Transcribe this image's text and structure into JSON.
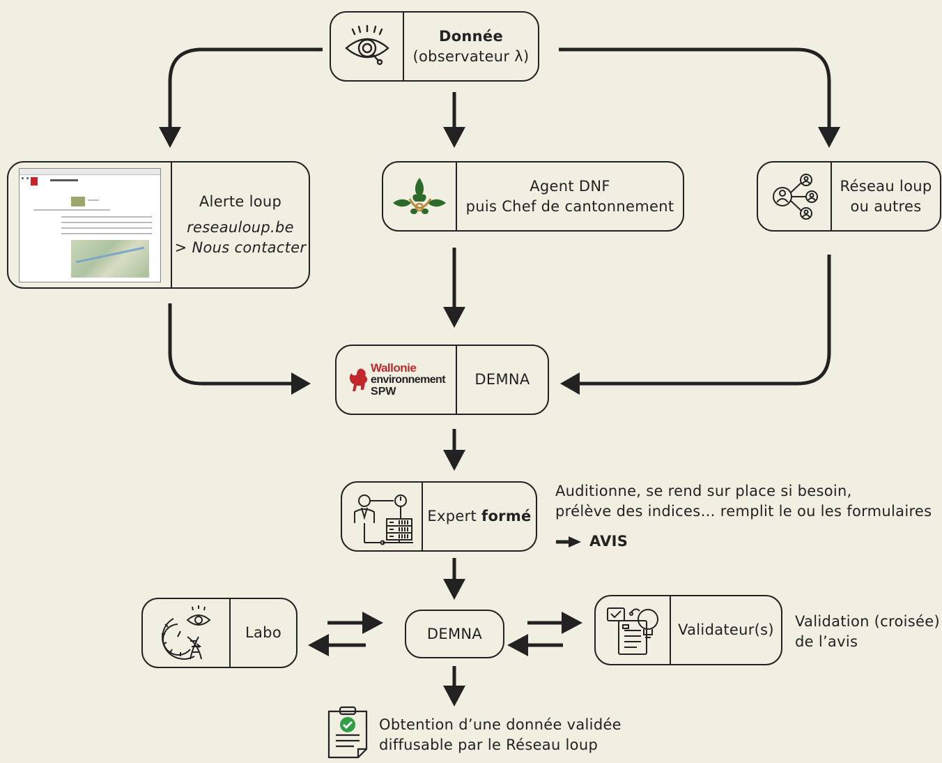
{
  "top": {
    "title": "Donnée",
    "subtitle": "(observateur λ)"
  },
  "alerte": {
    "title": "Alerte loup",
    "link": "reseauloup.be",
    "link2": "> Nous contacter"
  },
  "agent": {
    "line1": "Agent DNF",
    "line2": "puis Chef de cantonnement"
  },
  "reseau": {
    "line1": "Réseau loup",
    "line2": "ou autres"
  },
  "wallonie": {
    "logo_line1": "Wallonie",
    "logo_line2": "environnement",
    "logo_line3": "SPW",
    "label": "DEMNA"
  },
  "expert": {
    "label_regular": "Expert ",
    "label_bold": "formé"
  },
  "expert_note": {
    "line1": "Auditionne, se rend sur place si besoin,",
    "line2": "prélève des indices… remplit le ou les formulaires",
    "avis": "AVIS"
  },
  "labo": {
    "label": "Labo"
  },
  "demna2": {
    "label": "DEMNA"
  },
  "validateur": {
    "label": "Validateur(s)"
  },
  "validation_note": {
    "line1": "Validation (croisée)",
    "line2": "de l’avis"
  },
  "result": {
    "line1": "Obtention d’une donnée validée",
    "line2": "diffusable par le Réseau loup"
  },
  "colors": {
    "background": "#f1eee2",
    "stroke": "#222222",
    "brand_red": "#c2272d",
    "oak_green": "#2d6b2b",
    "check_green": "#2f9e44"
  }
}
